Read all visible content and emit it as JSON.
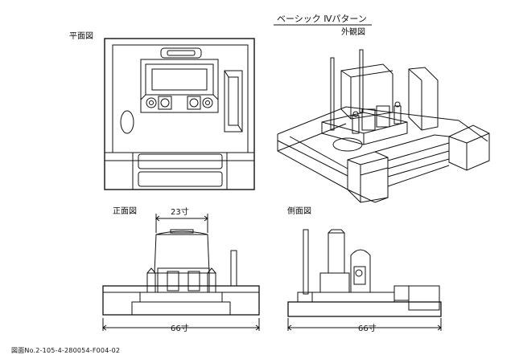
{
  "drawing": {
    "title": "ベーシック Ⅳパターン",
    "labels": {
      "plan": "平面図",
      "exterior": "外観図",
      "front": "正面図",
      "side": "側面図"
    },
    "dimensions": {
      "top_width": "23寸",
      "front_width": "66寸",
      "side_width": "66寸"
    },
    "drawing_number": "図面No.2-105-4-280054-F004-02"
  }
}
